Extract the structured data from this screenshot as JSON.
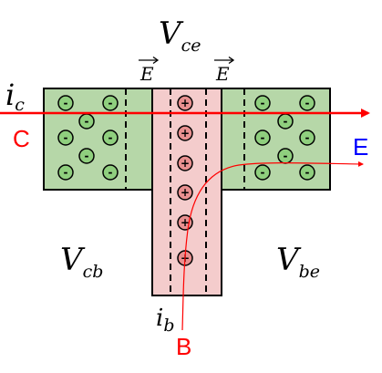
{
  "title": {
    "main": "V",
    "sub": "ce"
  },
  "field_labels": {
    "left": "E",
    "right": "E"
  },
  "collector_current": {
    "main": "i",
    "sub": "c"
  },
  "base_current": {
    "main": "i",
    "sub": "b"
  },
  "regions": {
    "collector_base": {
      "main": "V",
      "sub": "cb"
    },
    "base_emitter": {
      "main": "V",
      "sub": "be"
    }
  },
  "terminals": {
    "collector": "C",
    "emitter": "E",
    "base": "B"
  },
  "carriers": {
    "electron_sign": "-",
    "hole_sign": "+"
  },
  "colors": {
    "collector_fill": "#b6d7a8",
    "base_fill": "#f4cccc",
    "emitter_fill": "#b6d7a8",
    "electron_fill": "#8fcf7e",
    "hole_fill": "#e89090",
    "collector_current_color": "#ff0000",
    "base_current_color": "#ff0000",
    "emitter_label_color": "#0000ff"
  }
}
